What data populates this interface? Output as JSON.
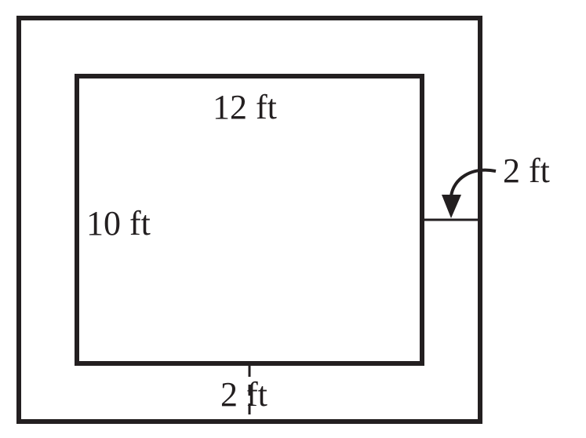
{
  "diagram": {
    "labels": {
      "inner_top": "12 ft",
      "inner_left": "10 ft",
      "right_border": "2 ft",
      "bottom_border": "2 ft"
    },
    "colors": {
      "stroke": "#231f20",
      "background": "#ffffff"
    }
  }
}
